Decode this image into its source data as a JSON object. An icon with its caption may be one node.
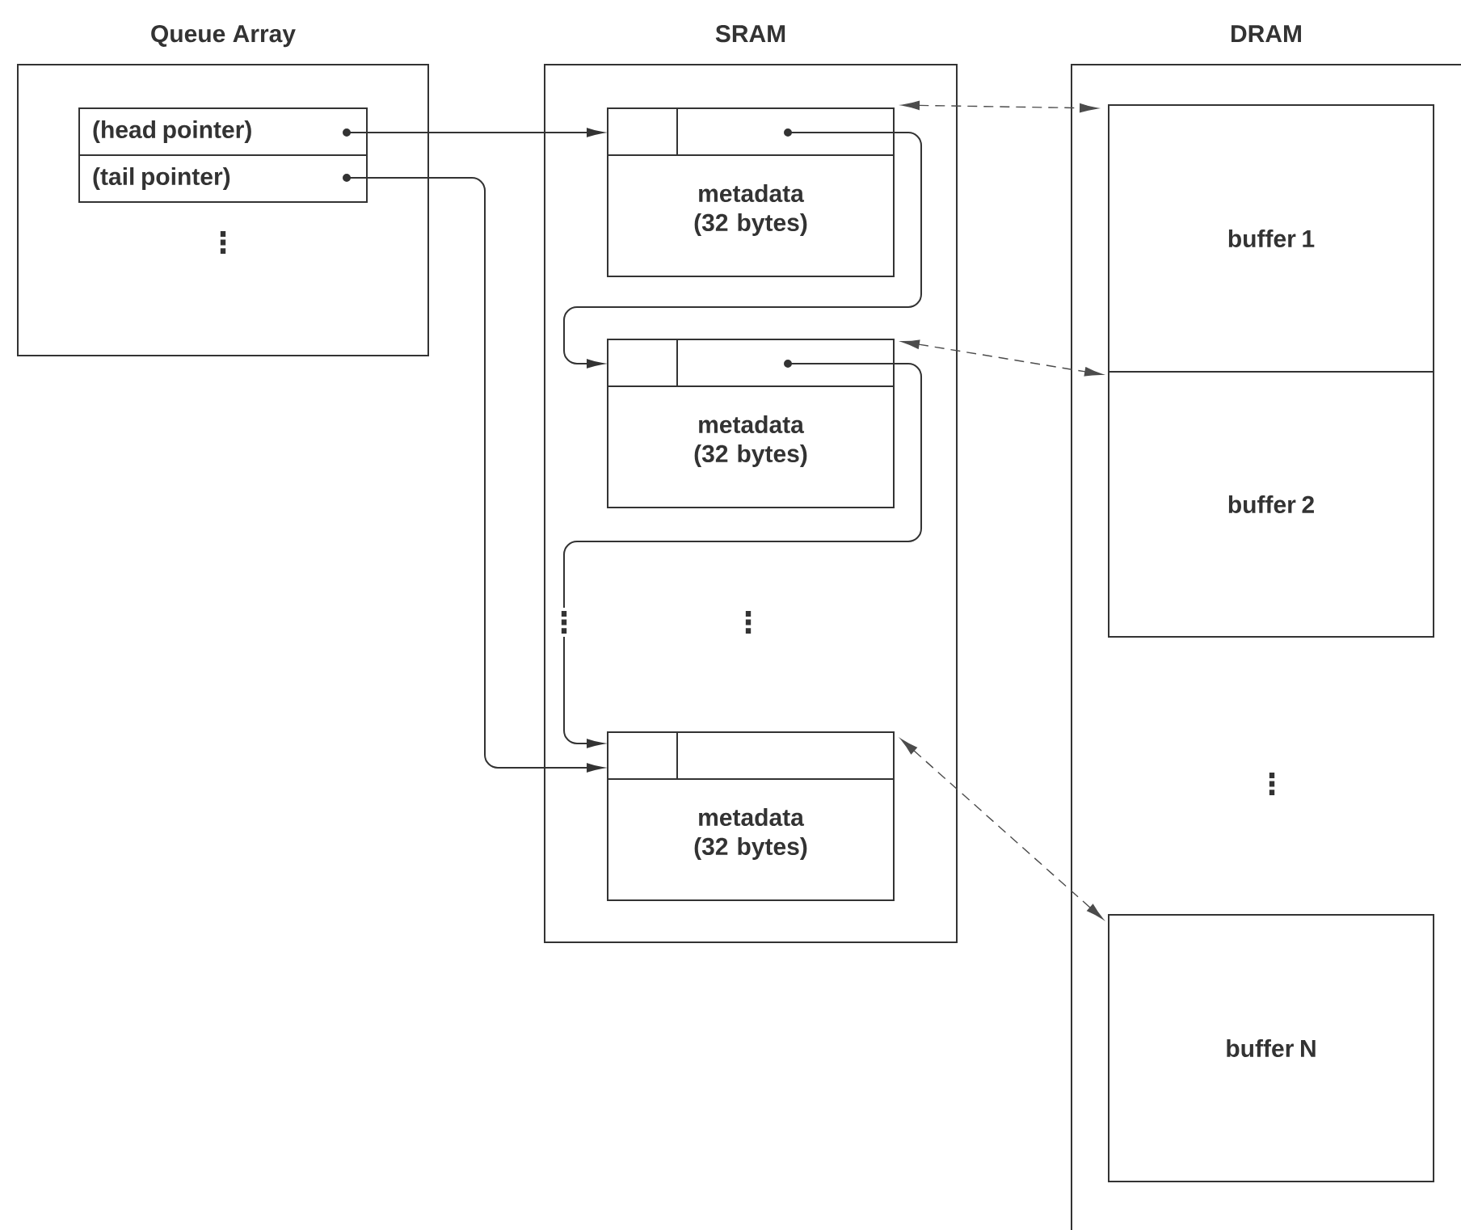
{
  "diagram": {
    "nodes": [
      {
        "text": [
          "Queue Array"
        ]
      },
      {
        "text": [
          "(head pointer)"
        ],
        "in": 0
      },
      {
        "text": [
          "(tail pointer)"
        ],
        "in": 0
      },
      {
        "text": [
          "SRAM"
        ]
      },
      {
        "text": [
          "metadata (32 bytes)"
        ],
        "in": 3
      },
      {
        "text": [
          "metadata (32 bytes)"
        ],
        "in": 3
      },
      {
        "text": [
          "metadata (32 bytes)"
        ],
        "in": 3
      },
      {
        "text": [
          "DRAM"
        ]
      },
      {
        "text": [
          "buffer 1"
        ],
        "in": 7
      },
      {
        "text": [
          "buffer 2"
        ],
        "in": 7
      },
      {
        "text": [
          "buffer N"
        ],
        "in": 7
      }
    ],
    "edges": [
      {
        "from": 1,
        "to": 4,
        "arrow": "to"
      },
      {
        "from": 2,
        "to": 6,
        "arrow": "to"
      },
      {
        "from": 4,
        "to": 5,
        "arrow": "to"
      },
      {
        "from": 5,
        "to": 6,
        "arrow": "to"
      },
      {
        "from": 4,
        "to": 8,
        "arrow": "both",
        "style": "dashed"
      },
      {
        "from": 5,
        "to": 9,
        "arrow": "both",
        "style": "dashed"
      },
      {
        "from": 6,
        "to": 10,
        "arrow": "both",
        "style": "dashed"
      }
    ],
    "labels": [
      "⋮",
      "⋮",
      "⋮",
      "⋮"
    ]
  }
}
